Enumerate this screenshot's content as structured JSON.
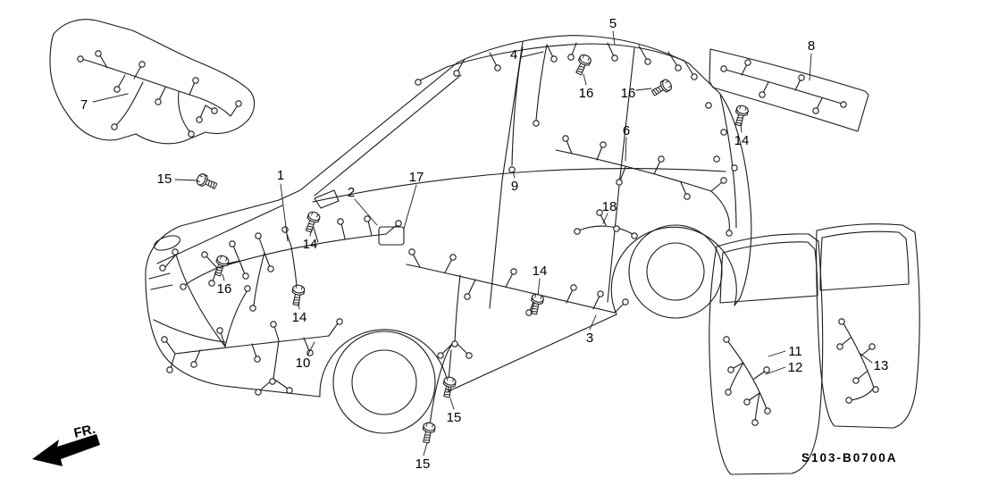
{
  "diagram": {
    "code": "S103-B0700A",
    "fr_label": "FR.",
    "colors": {
      "ink": "#1a1a1a",
      "background": "#ffffff"
    },
    "icons": {
      "bolt": "bolt-icon",
      "connector": "connector-dot",
      "direction_arrow": "fr-direction-arrow"
    },
    "callouts": {
      "c1": "1",
      "c2": "2",
      "c3": "3",
      "c4": "4",
      "c5": "5",
      "c6": "6",
      "c7": "7",
      "c8": "8",
      "c9": "9",
      "c10": "10",
      "c11": "11",
      "c12": "12",
      "c13": "13",
      "c14a": "14",
      "c14b": "14",
      "c14c": "14",
      "c14d": "14",
      "c15a": "15",
      "c15b": "15",
      "c15c": "15",
      "c16a": "16",
      "c16b": "16",
      "c16c": "16",
      "c17": "17",
      "c18": "18"
    }
  }
}
